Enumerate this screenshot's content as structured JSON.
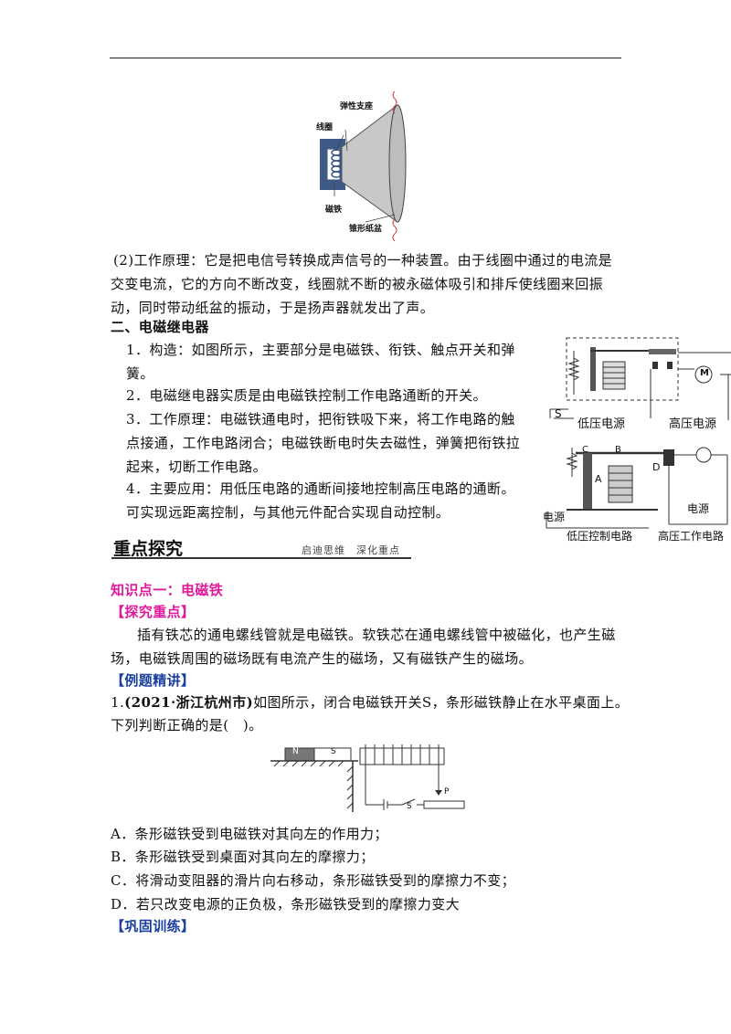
{
  "speaker_figure": {
    "labels": {
      "elastic": "弹性支座",
      "coil": "线圈",
      "magnet": "磁铁",
      "cone": "锥形纸盆"
    }
  },
  "principle": {
    "line1": "(2)工作原理：它是把电信号转换成声信号的一种装置。由于线圈中通过的电流是",
    "line2": "交变电流，它的方向不断改变，线圈就不断的被永磁体吸引和排斥使线圈来回振",
    "line3": "动，同时带动纸盆的振动，于是扬声器就发出了声。"
  },
  "relay_section": {
    "heading": "二、电磁继电器",
    "item1_a": "1．构造：如图所示，主要部分是电磁铁、衔铁、触点开关和弹",
    "item1_b": "簧。",
    "item2": "2．电磁继电器实质是由电磁铁控制工作电路通断的开关。",
    "item3_a": "3．工作原理：电磁铁通电时，把衔铁吸下来，将工作电路的触",
    "item3_b": "点接通，工作电路闭合；电磁铁断电时失去磁性，弹簧把衔铁拉",
    "item3_c": "起来，切断工作电路。",
    "item4_a": "4．主要应用：用低压电路的通断间接地控制高压电路的通断。",
    "item4_b": "可实现远距离控制，与其他元件配合实现自动控制。"
  },
  "relay_figure1": {
    "s_label": "S",
    "low_label": "低压电源",
    "high_label": "高压电源",
    "motor_label": "M"
  },
  "relay_figure2": {
    "a_label": "A",
    "b_label": "B",
    "c_label": "C",
    "d_label": "D",
    "source_left": "电源",
    "source_right": "电源",
    "low_circuit": "低压控制电路",
    "high_circuit": "高压工作电路"
  },
  "focus_section": {
    "title": "重点探究",
    "subtitle": "启迪思维　深化重点"
  },
  "knowledge": {
    "point1": "知识点一：电磁铁",
    "explore_tag": "【探究重点】",
    "explore_line1": "插有铁芯的通电螺线管就是电磁铁。软铁芯在通电螺线管中被磁化，也产生磁",
    "explore_line2": "场，电磁铁周围的磁场既有电流产生的磁场，又有磁铁产生的磁场。",
    "example_tag": "【例题精讲】"
  },
  "question": {
    "number": "1.",
    "source": "(2021·浙江杭州市)",
    "stem1": "如图所示，闭合电磁铁开关S，条形磁铁静止在水平桌面上。",
    "stem2": "下列判断正确的是(　)。",
    "fig_n": "N",
    "fig_s": "S",
    "fig_switch": "S",
    "fig_p": "P",
    "option_a": "A．条形磁铁受到电磁铁对其向左的作用力；",
    "option_b": "B．条形磁铁受到桌面对其向左的摩擦力；",
    "option_c": "C．将滑动变阻器的滑片向右移动，条形磁铁受到的摩擦力不变；",
    "option_d": "D．若只改变电源的正负极，条形磁铁受到的摩擦力变大"
  },
  "practice_tag": "【巩固训练】"
}
